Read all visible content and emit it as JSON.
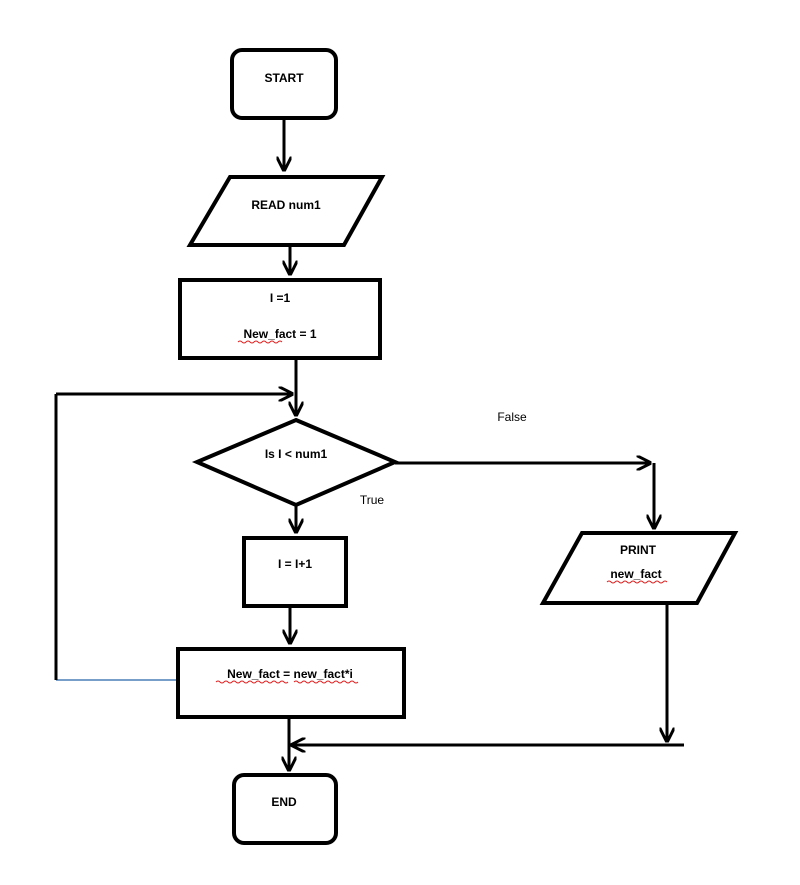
{
  "nodes": {
    "start": "START",
    "read": "READ num1",
    "init_line1": "I =1",
    "init_line2_a": "New_fact",
    "init_line2_b": " = 1",
    "decision": "Is I < num1",
    "increment": "I = I+1",
    "update_a": "New_fact",
    "update_b": " = ",
    "update_c": "new_fact",
    "update_d": "*i",
    "print_line1": "PRINT",
    "print_line2": "new_fact",
    "end": "END"
  },
  "edges": {
    "false_label": "False",
    "true_label": "True"
  },
  "colors": {
    "stroke": "#000000",
    "loop_back_segment": "#4a7fb5",
    "spellcheck_underline": "#d22222"
  }
}
